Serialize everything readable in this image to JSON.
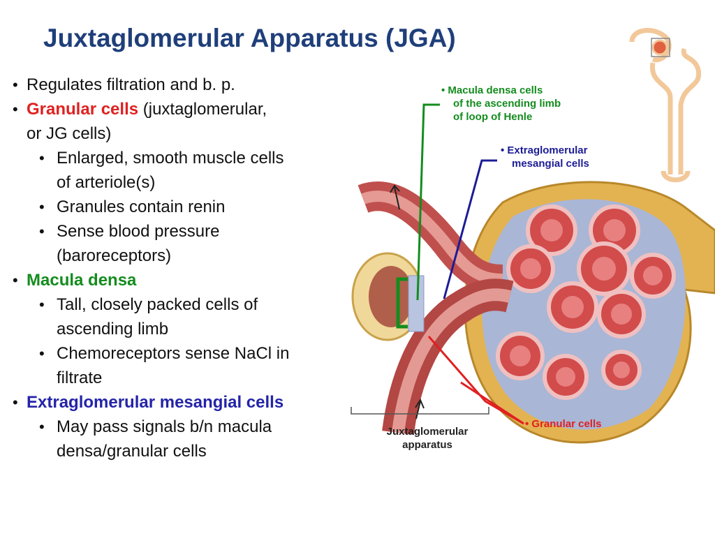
{
  "title": "Juxtaglomerular Apparatus (JGA)",
  "bullets": {
    "regulates": "Regulates filtration and b. p.",
    "granular_head": "Granular cells",
    "granular_rest": " (juxtaglomerular,",
    "granular_cont": "or JG cells)",
    "granular_sub1": "Enlarged, smooth muscle cells",
    "granular_sub1_cont": "of arteriole(s)",
    "granular_sub2": "Granules contain renin",
    "granular_sub3": "Sense blood pressure",
    "granular_sub3_cont": "(baroreceptors)",
    "macula_head": "Macula densa",
    "macula_sub1": "Tall, closely packed cells of",
    "macula_sub1_cont": "ascending limb",
    "macula_sub2": "Chemoreceptors sense NaCl in",
    "macula_sub2_cont": "filtrate",
    "extra_head": "Extraglomerular mesangial cells",
    "extra_sub1": "May pass signals b/n macula",
    "extra_sub1_cont": "densa/granular cells"
  },
  "diagram_labels": {
    "macula_line1": "• Macula densa cells",
    "macula_line2": "of the ascending limb",
    "macula_line3": "of loop of Henle",
    "extra_line1": "• Extraglomerular",
    "extra_line2": "mesangial cells",
    "granular": "• Granular cells",
    "jga_line1": "Juxtaglomerular",
    "jga_line2": "apparatus"
  },
  "colors": {
    "title": "#1f3f7a",
    "granular": "#e02020",
    "macula": "#148c1e",
    "extraglomerular": "#2424a8"
  }
}
